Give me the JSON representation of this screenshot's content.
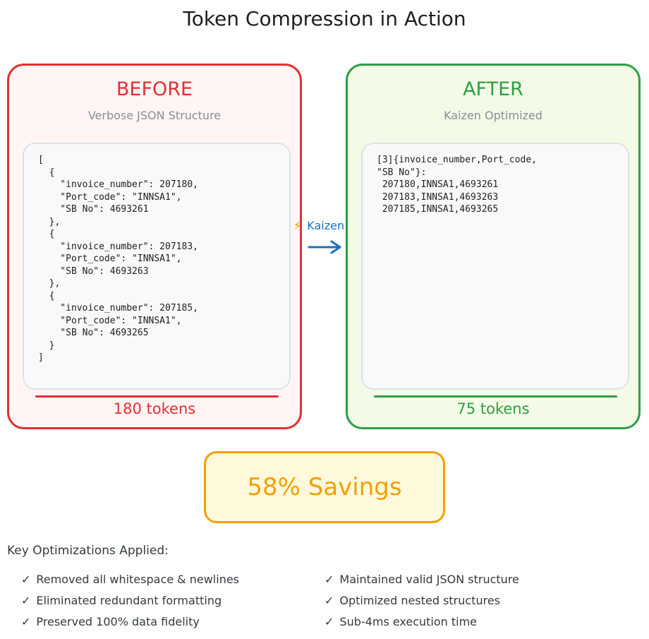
{
  "title": "Token Compression in Action",
  "before": {
    "heading": "BEFORE",
    "subtitle": "Verbose JSON Structure",
    "code": "[\n  {\n    \"invoice_number\": 207180,\n    \"Port_code\": \"INNSA1\",\n    \"SB No\": 4693261\n  },\n  {\n    \"invoice_number\": 207183,\n    \"Port_code\": \"INNSA1\",\n    \"SB No\": 4693263\n  },\n  {\n    \"invoice_number\": 207185,\n    \"Port_code\": \"INNSA1\",\n    \"SB No\": 4693265\n  }\n]",
    "tokens": "180 tokens"
  },
  "after": {
    "heading": "AFTER",
    "subtitle": "Kaizen Optimized",
    "code": "[3]{invoice_number,Port_code,\n\"SB No\"}:\n 207180,INNSA1,4693261\n 207183,INNSA1,4693263\n 207185,INNSA1,4693265",
    "tokens": "75 tokens"
  },
  "arrow": {
    "icon": "⚡",
    "label": "Kaizen",
    "color": "#1971c2"
  },
  "savings": "58% Savings",
  "optimizations": {
    "heading": "Key Optimizations Applied:",
    "check": "✓",
    "left": [
      "Removed all whitespace & newlines",
      "Eliminated redundant formatting",
      "Preserved 100% data fidelity"
    ],
    "right": [
      "Maintained valid JSON structure",
      "Optimized nested structures",
      "Sub-4ms execution time"
    ]
  },
  "colors": {
    "before": "#e03131",
    "after": "#2f9e44",
    "savings": "#f59f00"
  }
}
